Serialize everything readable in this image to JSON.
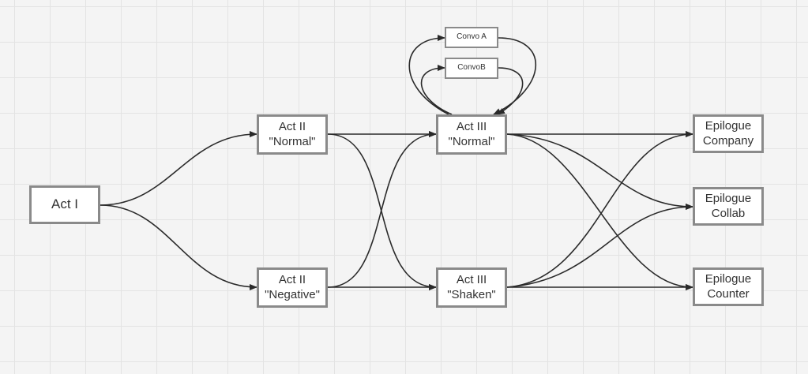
{
  "colors": {
    "canvas_background": "#f4f4f4",
    "grid_line": "#e3e3e3",
    "node_border": "#8a8a8a",
    "node_fill": "#ffffff",
    "text": "#333333",
    "connector": "#2a2a2a"
  },
  "nodes": {
    "act_1": {
      "line1": "Act I"
    },
    "act_2_normal": {
      "line1": "Act II",
      "line2": "\"Normal\""
    },
    "act_2_negative": {
      "line1": "Act II",
      "line2": "\"Negative\""
    },
    "act_3_normal": {
      "line1": "Act III",
      "line2": "\"Normal\""
    },
    "act_3_shaken": {
      "line1": "Act III",
      "line2": "\"Shaken\""
    },
    "convo_a": {
      "line1": "Convo A"
    },
    "convo_b": {
      "line1": "ConvoB"
    },
    "epilogue_company": {
      "line1": "Epilogue",
      "line2": "Company"
    },
    "epilogue_collab": {
      "line1": "Epilogue",
      "line2": "Collab"
    },
    "epilogue_counter": {
      "line1": "Epilogue",
      "line2": "Counter"
    }
  },
  "edges": [
    {
      "from": "act_1",
      "to": "act_2_normal"
    },
    {
      "from": "act_1",
      "to": "act_2_negative"
    },
    {
      "from": "act_2_normal",
      "to": "act_3_normal"
    },
    {
      "from": "act_2_normal",
      "to": "act_3_shaken"
    },
    {
      "from": "act_2_negative",
      "to": "act_3_normal"
    },
    {
      "from": "act_2_negative",
      "to": "act_3_shaken"
    },
    {
      "from": "act_3_normal",
      "to": "convo_a"
    },
    {
      "from": "act_3_normal",
      "to": "convo_b"
    },
    {
      "from": "convo_a",
      "to": "act_3_normal"
    },
    {
      "from": "convo_b",
      "to": "act_3_normal"
    },
    {
      "from": "act_3_normal",
      "to": "epilogue_company"
    },
    {
      "from": "act_3_normal",
      "to": "epilogue_collab"
    },
    {
      "from": "act_3_normal",
      "to": "epilogue_counter"
    },
    {
      "from": "act_3_shaken",
      "to": "epilogue_company"
    },
    {
      "from": "act_3_shaken",
      "to": "epilogue_collab"
    },
    {
      "from": "act_3_shaken",
      "to": "epilogue_counter"
    }
  ]
}
